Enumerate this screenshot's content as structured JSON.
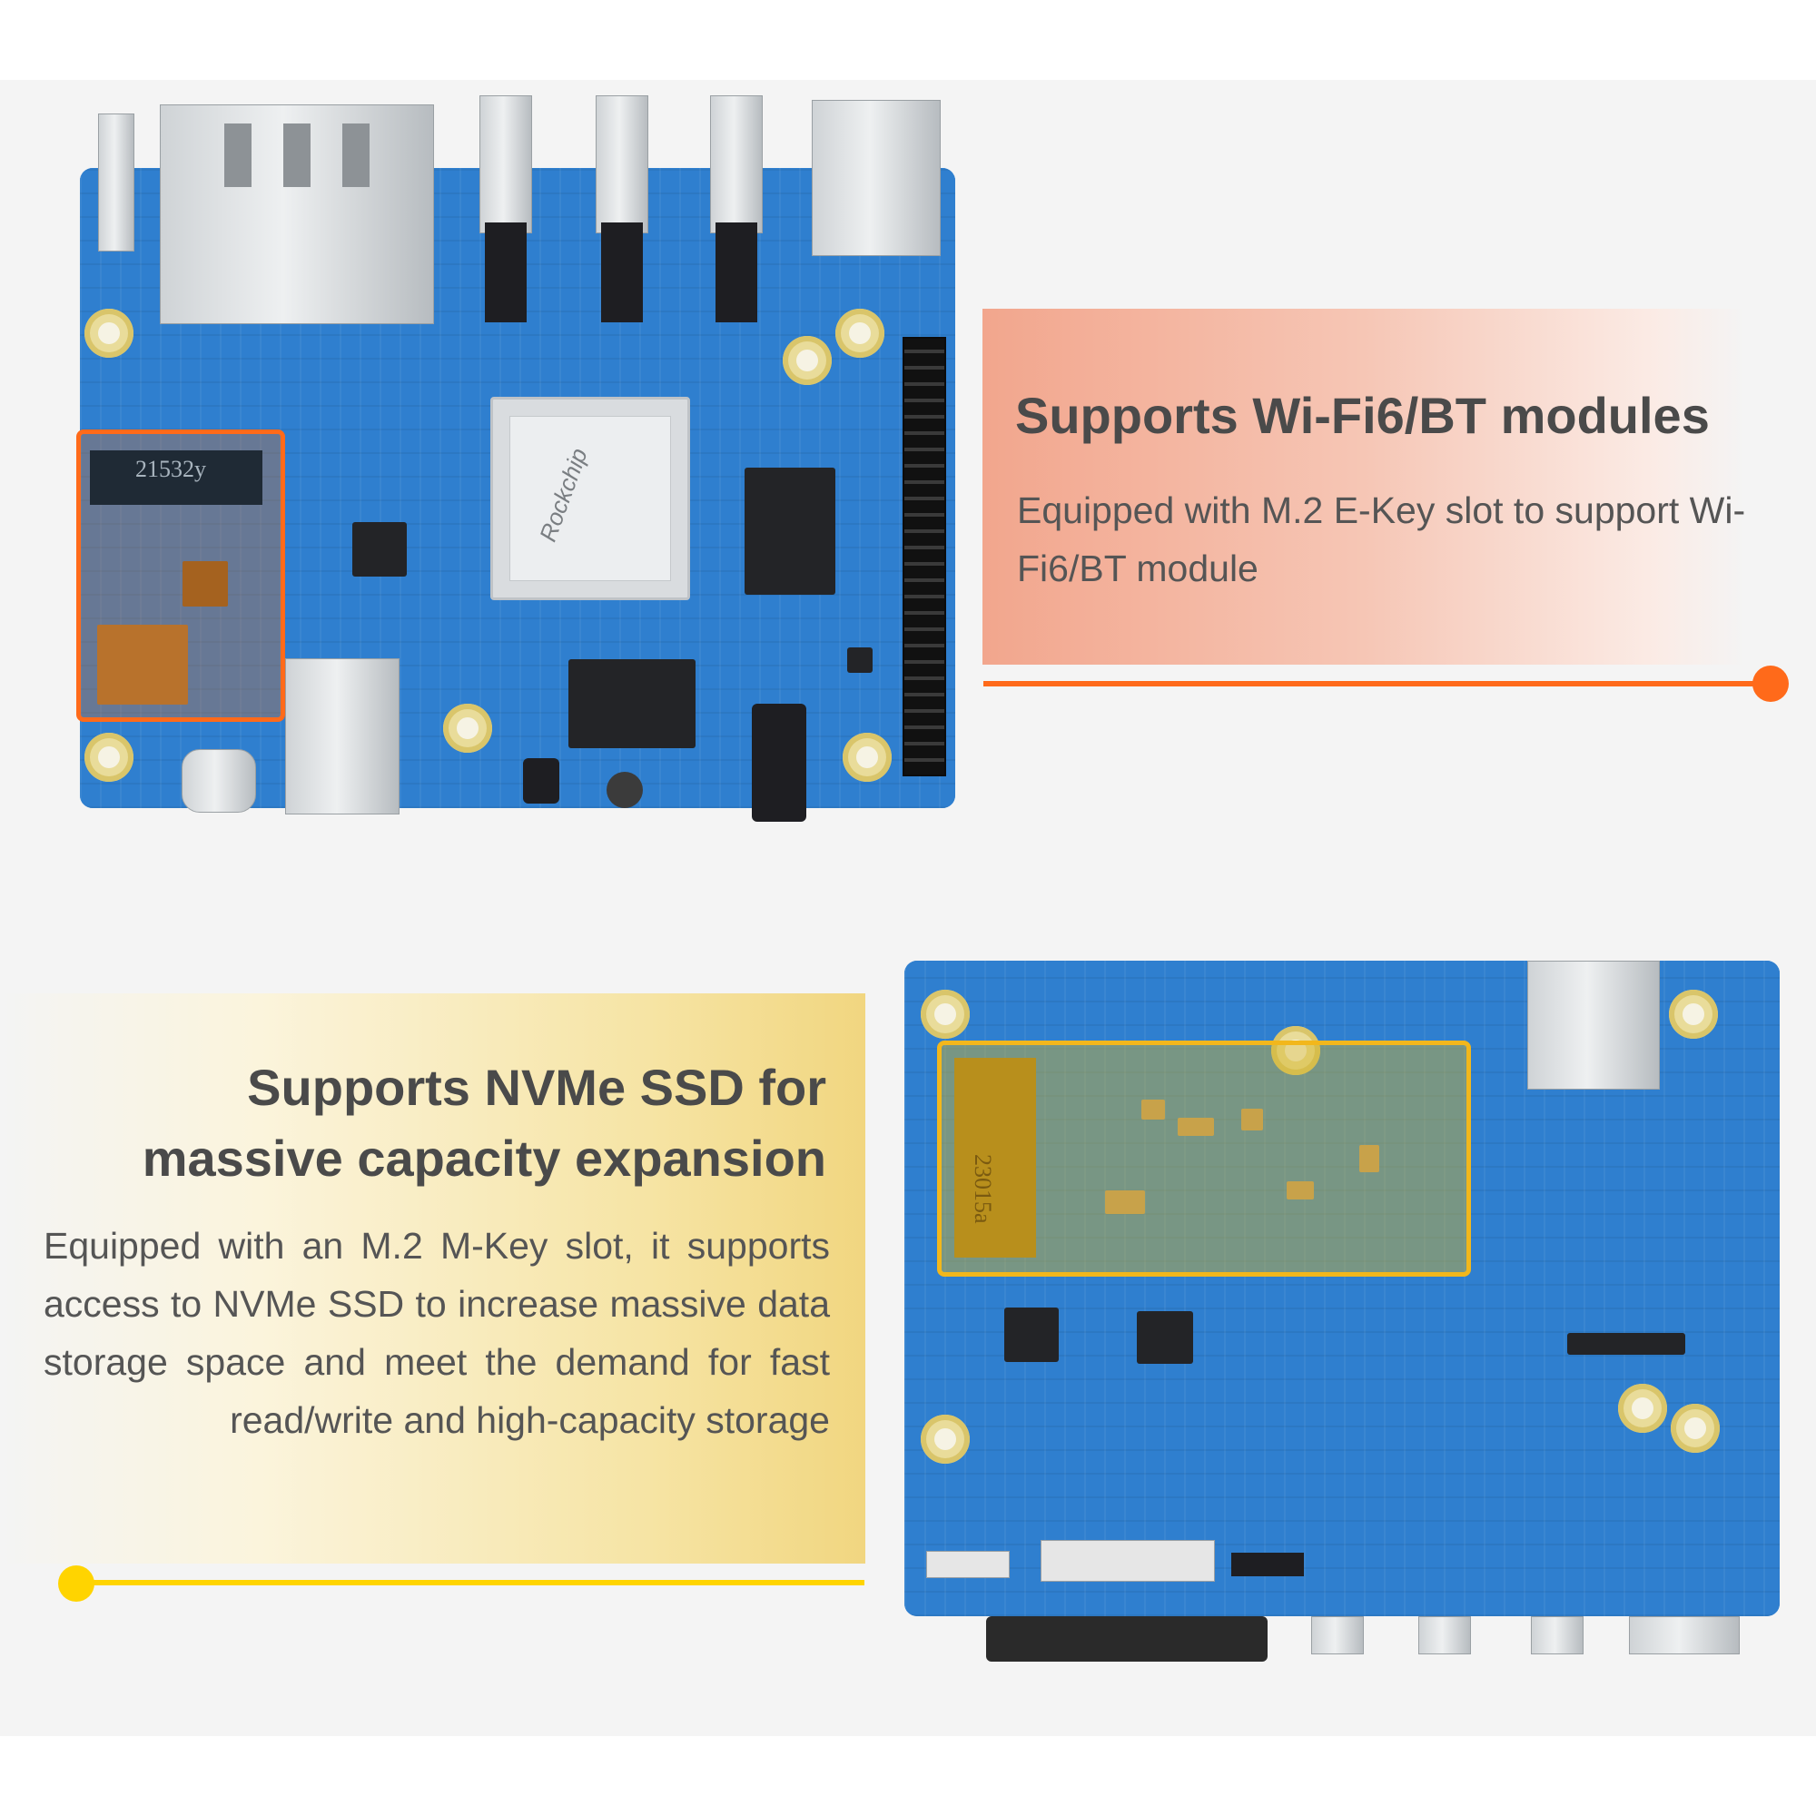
{
  "features": [
    {
      "title": "Supports Wi-Fi6/BT modules",
      "description": "Equipped with M.2 E-Key slot to support Wi-Fi6/BT module"
    },
    {
      "title_line1": "Supports NVMe SSD for",
      "title_line2": "massive capacity expansion",
      "description": "Equipped with an M.2 M-Key slot, it supports access to NVMe SSD to increase massive data storage space and meet the demand for fast read/write and high-capacity storage"
    }
  ],
  "board_marks": {
    "soc_brand": "Rockchip",
    "e_key_label": "21532y",
    "m_key_label": "23015a"
  },
  "colors": {
    "top_accent": "#ff6a1a",
    "bottom_accent": "#ffd400",
    "pcb_blue": "#2f7fcf"
  }
}
